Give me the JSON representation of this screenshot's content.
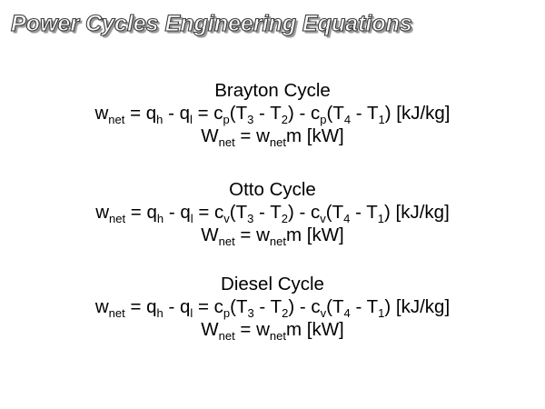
{
  "slide": {
    "title": "Power Cycles Engineering Equations"
  },
  "sub": {
    "net": "net",
    "h": "h",
    "l": "l",
    "p": "p",
    "v": "v",
    "one": "1",
    "two": "2",
    "three": "3",
    "four": "4"
  },
  "sym": {
    "w": "w",
    "W": "W",
    "q": "q",
    "c": "c",
    "T": "T",
    "m": "m"
  },
  "text": {
    "eq": " = ",
    "minus": " - ",
    "open_paren": "(",
    "minus_paren_close_space": ") - ",
    "close_paren": ")",
    "energy_unit": " [kJ/kg]",
    "power_unit": " [kW]"
  },
  "cycles": [
    {
      "name": "Brayton Cycle"
    },
    {
      "name": "Otto Cycle"
    },
    {
      "name": "Diesel Cycle"
    }
  ]
}
